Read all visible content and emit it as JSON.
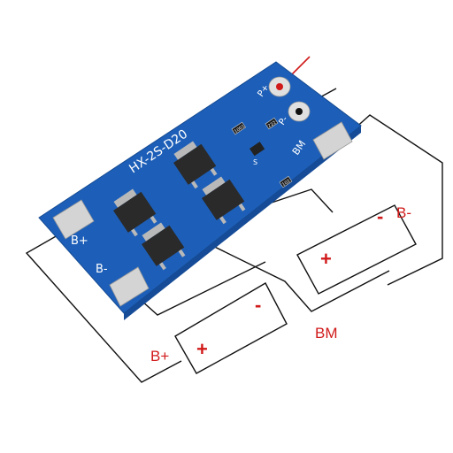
{
  "diagram": {
    "board": {
      "model": "HX-2S-D20",
      "pad_b_plus": "B+",
      "pad_b_minus": "B-",
      "pad_bm": "BM",
      "pad_p_plus": "P+",
      "pad_p_minus": "P-",
      "resistor_marks": [
        "1001",
        "222",
        "102"
      ],
      "chip_mark": "S"
    },
    "labels": {
      "b_minus": "B-",
      "bm": "BM",
      "b_plus": "B+"
    },
    "cells": [
      {
        "plus": "+",
        "minus": "-"
      },
      {
        "plus": "+",
        "minus": "-"
      }
    ],
    "colors": {
      "pcb": "#1d5fb8",
      "pad": "#d4d4d4",
      "mosfet": "#2a2a2a",
      "wire": "#111111",
      "label": "#d11a1a"
    }
  }
}
